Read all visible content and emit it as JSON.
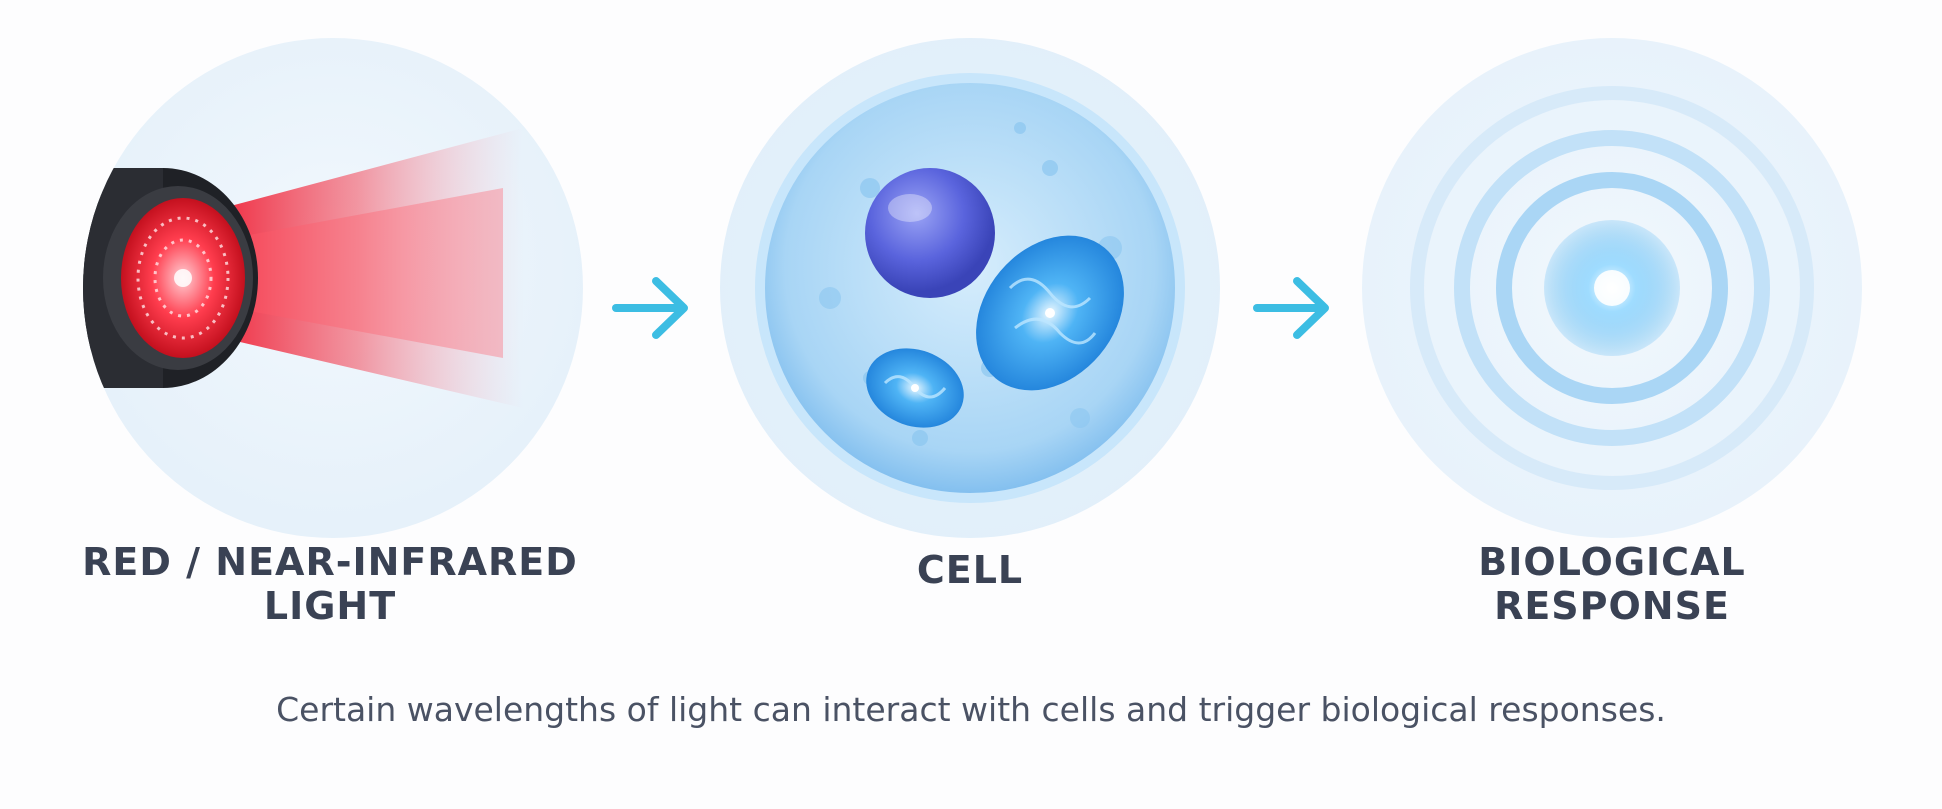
{
  "colors": {
    "background": "#fdfdfe",
    "arrow": "#3cbde3",
    "label_text": "#3a4254",
    "caption_text": "#4a5264",
    "light_beam": "#f03a4a",
    "cell_blue": "#3aa0ec",
    "nucleus": "#5a64dd"
  },
  "steps": [
    {
      "id": "light",
      "label": "RED / NEAR-INFRARED\nLIGHT",
      "icon": "red-light-device-icon"
    },
    {
      "id": "cell",
      "label": "CELL",
      "icon": "cell-icon"
    },
    {
      "id": "response",
      "label": "BIOLOGICAL\nRESPONSE",
      "icon": "concentric-ripple-icon"
    }
  ],
  "arrows": [
    {
      "icon": "arrow-right-icon"
    },
    {
      "icon": "arrow-right-icon"
    }
  ],
  "caption": "Certain wavelengths of light can interact with cells and trigger biological responses."
}
